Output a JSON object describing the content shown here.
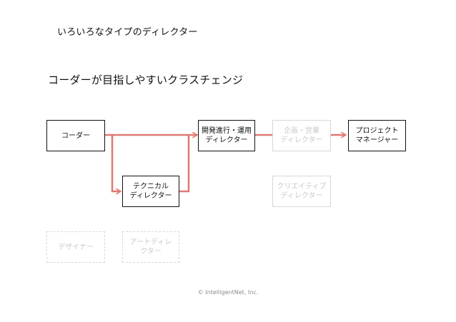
{
  "header": {
    "title": "いろいろなタイプのディレクター",
    "subtitle": "コーダーが目指しやすいクラスチェンジ"
  },
  "nodes": {
    "coder": "コーダー",
    "technical_director": "テクニカル\nディレクター",
    "progress_operations_director": "開発進行・運用\nディレクター",
    "planning_sales_director": "企画・営業\nディレクター",
    "project_manager": "プロジェクト\nマネージャー",
    "creative_director": "クリエイティブ\nディレクター",
    "designer": "デザイナー",
    "art_director": "アートディレ\nクター"
  },
  "colors": {
    "arrow": "#e07a72",
    "solid_border": "#111111",
    "faded_border": "#d7d7d7",
    "faded_text": "#c9c9c9"
  },
  "footer": {
    "copyright": "© IntelligentNet, Inc."
  }
}
